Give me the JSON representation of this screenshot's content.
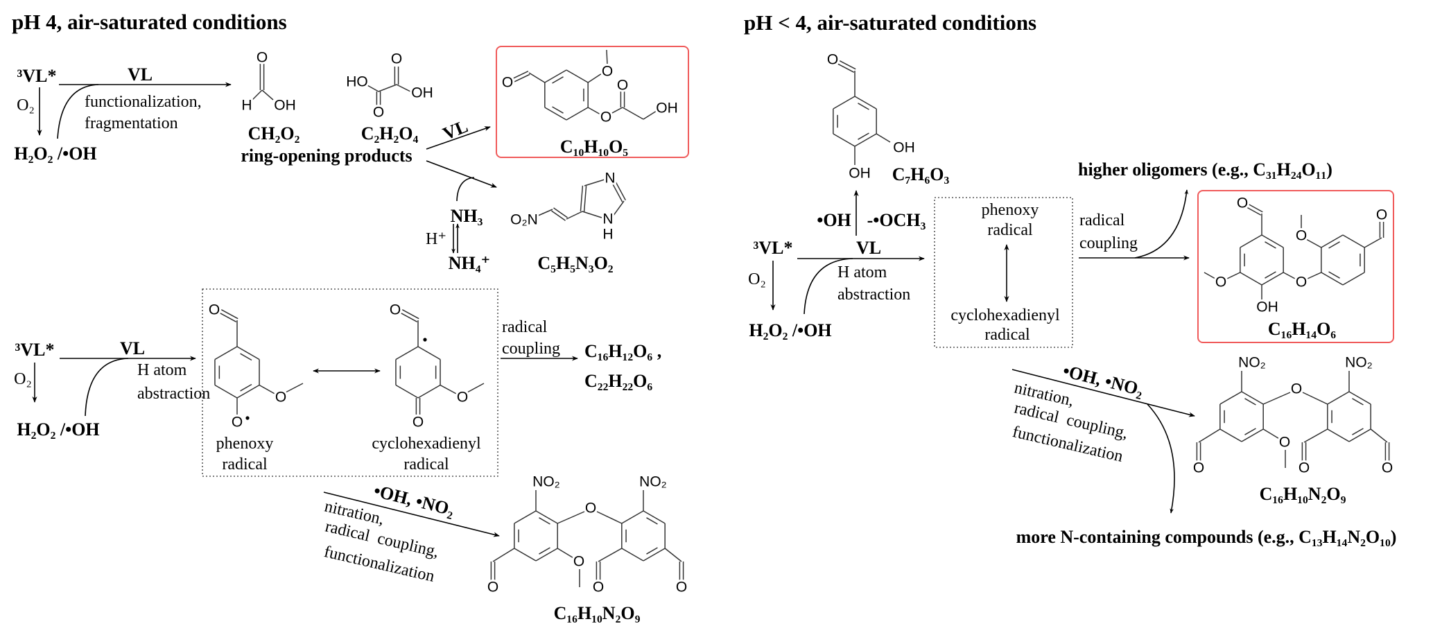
{
  "left_panel": {
    "title": "pH 4, air-saturated conditions",
    "top_reaction": {
      "reactant": "³VL*",
      "reagent": "VL",
      "oxidant": "O₂",
      "oxidant_product": "H₂O₂ /•OH",
      "conditions": [
        "functionalization,",
        "fragmentation"
      ]
    },
    "ring_opening": {
      "label": "ring-opening products",
      "products": [
        {
          "formula": "CH₂O₂",
          "atoms": [
            "O",
            "H",
            "OH"
          ]
        },
        {
          "formula": "C₂H₂O₄",
          "atoms": [
            "HO",
            "O",
            "O",
            "OH"
          ]
        }
      ],
      "arrow_label": "VL"
    },
    "highlighted_product": {
      "formula": "C₁₀H₁₀O₅",
      "atoms": [
        "O",
        "O",
        "O",
        "O",
        "OH"
      ]
    },
    "ammonia": {
      "nh3": "NH₃",
      "h_plus": "H⁺",
      "nh4": "NH₄⁺"
    },
    "imidazole_product": {
      "formula": "C₅H₅N₃O₂",
      "atoms": [
        "O₂N",
        "N",
        "N",
        "H"
      ]
    },
    "h_abstraction": {
      "reactant": "³VL*",
      "reagent": "VL",
      "oxidant": "O₂",
      "oxidant_product": "H₂O₂ /•OH",
      "conditions": [
        "H atom",
        "abstraction"
      ]
    },
    "resonance": {
      "phenoxy": [
        "phenoxy",
        "radical"
      ],
      "cyclohexadienyl": [
        "cyclohexadienyl",
        "radical"
      ],
      "phenoxy_atoms": [
        "O",
        "O",
        "O"
      ],
      "cyclohexadienyl_atoms": [
        "O",
        "O",
        "O"
      ]
    },
    "coupling": {
      "conditions": [
        "radical",
        "coupling"
      ],
      "products": [
        "C₁₆H₁₂O₆ ,",
        "C₂₂H₂₂O₆"
      ]
    },
    "nitration": {
      "reagents": "•OH, •NO₂",
      "conditions": [
        "nitration,",
        "radical  coupling,",
        "functionalization"
      ],
      "product_formula": "C₁₆H₁₀N₂O₉",
      "atoms": [
        "NO₂",
        "O",
        "NO₂",
        "O",
        "O",
        "O",
        "O"
      ]
    }
  },
  "right_panel": {
    "title": "pH < 4, air-saturated conditions",
    "demethoxylation": {
      "reagent": "•OH",
      "leaving": "-•OCH₃",
      "product_formula": "C₇H₆O₃",
      "atoms": [
        "O",
        "OH",
        "OH"
      ]
    },
    "h_abstraction": {
      "reactant": "³VL*",
      "reagent": "VL",
      "oxidant": "O₂",
      "oxidant_product": "H₂O₂ /•OH",
      "conditions": [
        "H atom",
        "abstraction"
      ]
    },
    "resonance": {
      "phenoxy": [
        "phenoxy",
        "radical"
      ],
      "cyclohexadienyl": [
        "cyclohexadienyl",
        "radical"
      ]
    },
    "coupling": {
      "conditions": [
        "radical",
        "coupling"
      ],
      "higher_oligomers": "higher oligomers (e.g., C₃₁H₂₄O₁₁)",
      "highlighted_product": {
        "formula": "C₁₆H₁₄O₆",
        "atoms": [
          "O",
          "O",
          "OH",
          "O",
          "O",
          "O"
        ]
      }
    },
    "nitration": {
      "reagents": "•OH, •NO₂",
      "conditions": [
        "nitration,",
        "radical  coupling,",
        "functionalization"
      ],
      "product_formula": "C₁₆H₁₀N₂O₉",
      "atoms": [
        "NO₂",
        "O",
        "NO₂",
        "O",
        "O",
        "O",
        "O"
      ],
      "more_products": "more N-containing compounds (e.g., C₁₃H₁₄N₂O₁₀)"
    }
  },
  "colors": {
    "highlight_border": "#f05a5a",
    "ink": "#000000",
    "bond": "#333333"
  }
}
